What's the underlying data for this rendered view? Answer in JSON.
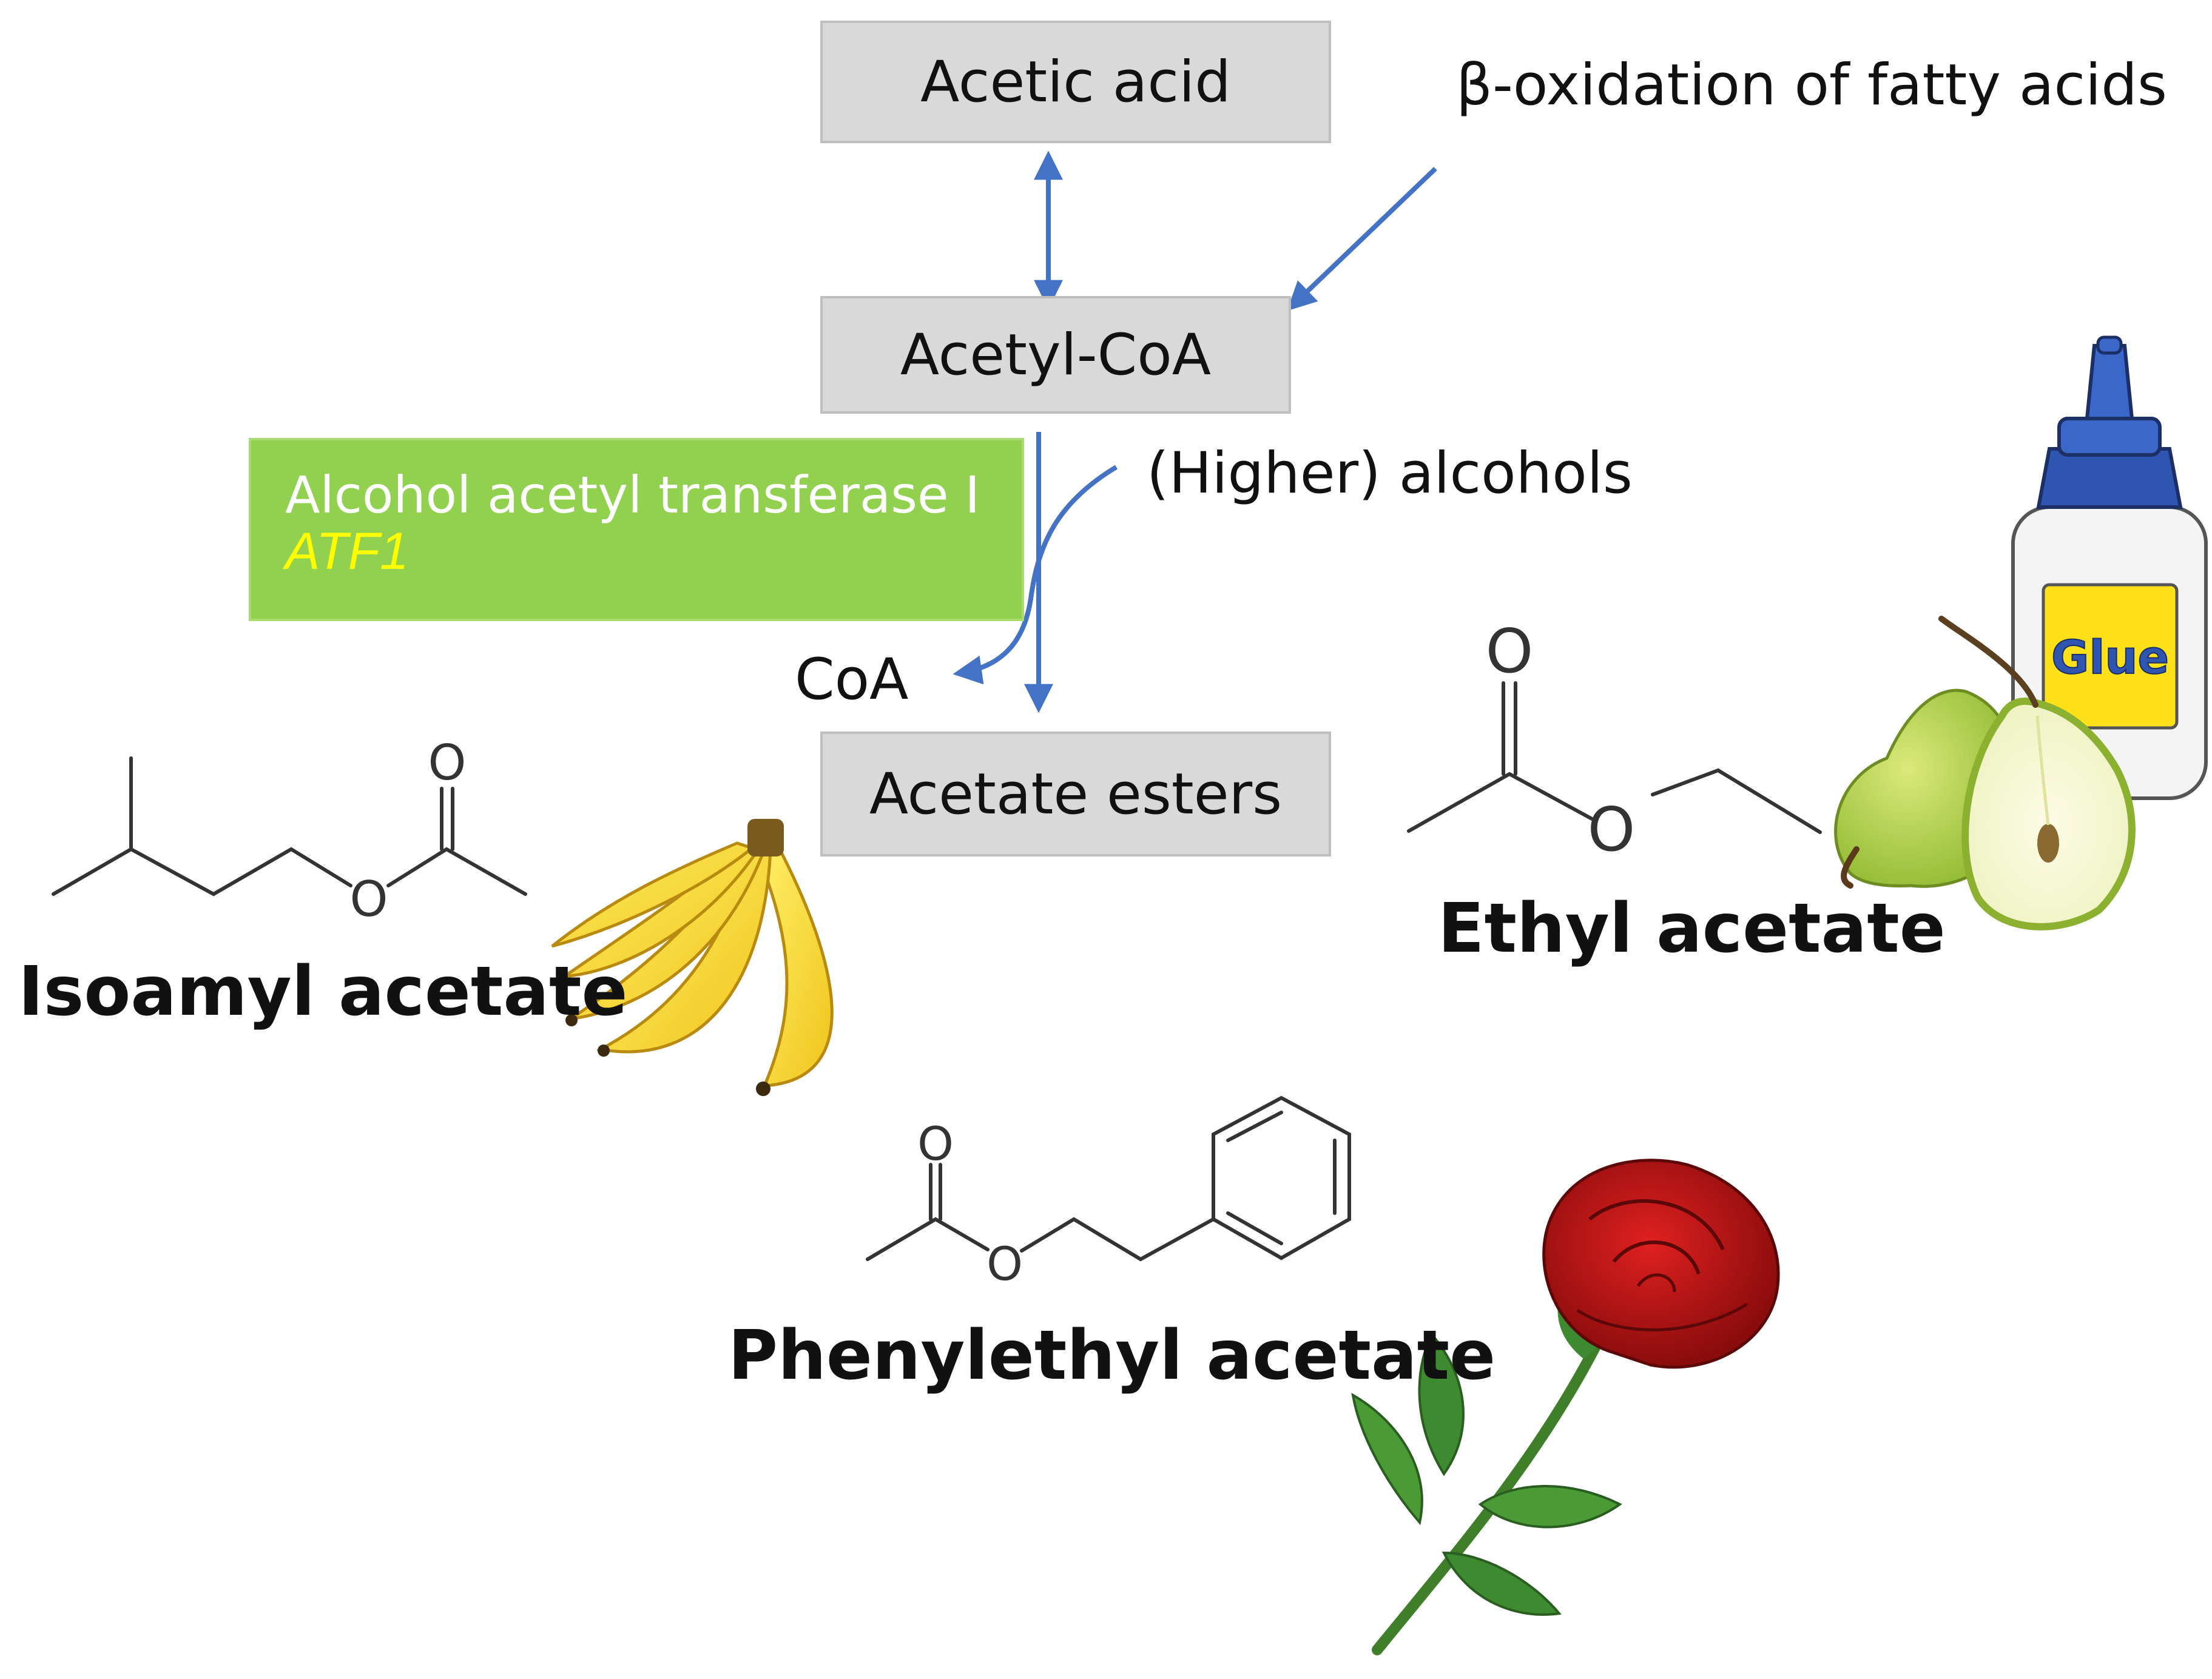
{
  "nodes": {
    "acetic_acid": "Acetic acid",
    "acetyl_coa": "Acetyl-CoA",
    "acetate_esters": "Acetate esters"
  },
  "inputs": {
    "beta_oxidation": "β-oxidation of fatty acids",
    "higher_alcohols": "(Higher) alcohols",
    "coa": "CoA"
  },
  "enzyme": {
    "name": "Alcohol acetyl transferase I",
    "gene": "ATF1"
  },
  "compounds": {
    "isoamyl": "Isoamyl acetate",
    "ethyl": "Ethyl acetate",
    "phenylethyl": "Phenylethyl acetate"
  },
  "atoms": {
    "oxygen": "O"
  },
  "pictures": {
    "glue_label": "Glue"
  },
  "colors": {
    "arrow": "#4472c4",
    "enzyme_fill": "#92d050",
    "enzyme_gene_text": "#ffff00",
    "node_fill": "#d9d9d9"
  },
  "icons": [
    "banana-icon",
    "pear-icon",
    "glue-bottle-icon",
    "rose-icon"
  ]
}
